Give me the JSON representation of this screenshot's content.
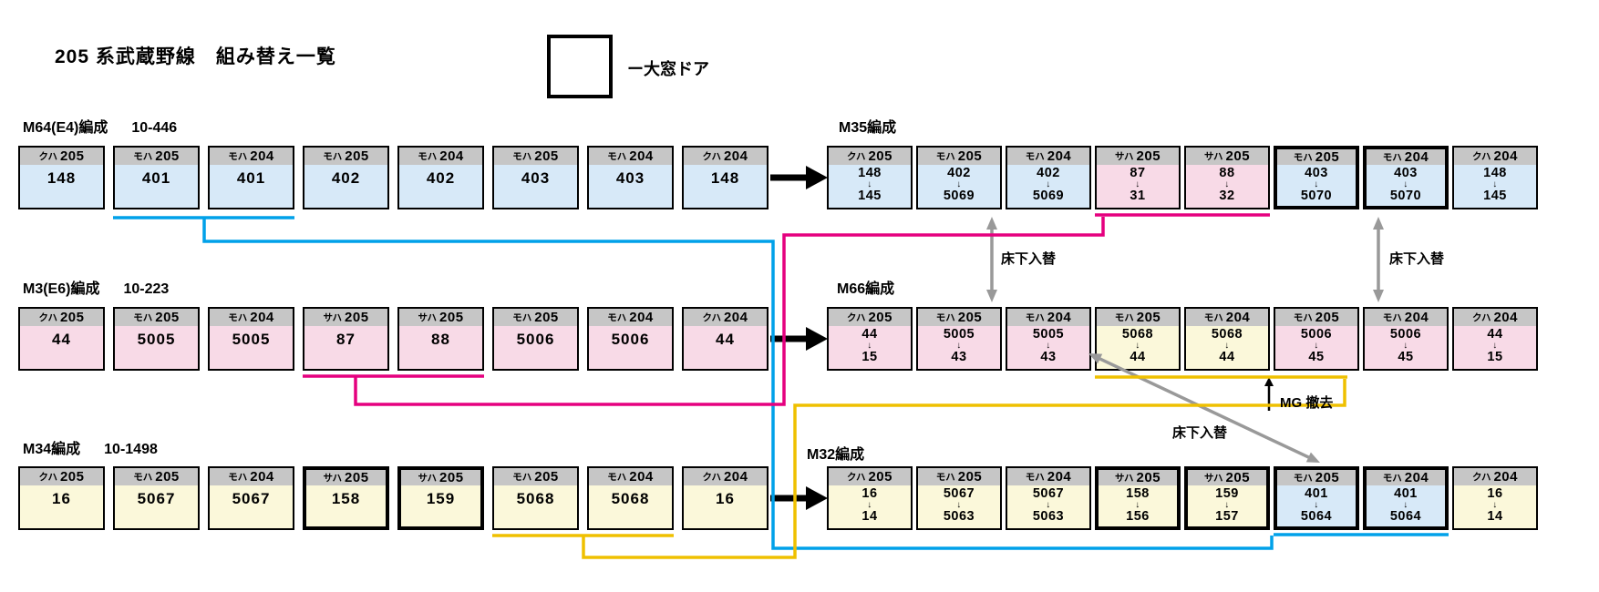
{
  "title": "205 系武蔵野線　組み替え一覧",
  "legend": {
    "label": "ー大窓ドア"
  },
  "colors": {
    "car_blue": "#d7e9f8",
    "car_pink": "#f8dae7",
    "car_yellow": "#fbf8da",
    "header_gray": "#c6c6c6",
    "line_cyan": "#00a1e9",
    "line_magenta": "#e5007f",
    "line_yellow": "#efc000",
    "arrow_gray": "#999999",
    "arrow_black": "#000000"
  },
  "formations": [
    {
      "name": "M64(E4)編成",
      "note": "10-446",
      "side": "left",
      "row": 0,
      "cars": [
        {
          "type": "クハ",
          "series": "205",
          "number": "148",
          "fill": "blue"
        },
        {
          "type": "モハ",
          "series": "205",
          "number": "401",
          "fill": "blue"
        },
        {
          "type": "モハ",
          "series": "204",
          "number": "401",
          "fill": "blue"
        },
        {
          "type": "モハ",
          "series": "205",
          "number": "402",
          "fill": "blue"
        },
        {
          "type": "モハ",
          "series": "204",
          "number": "402",
          "fill": "blue"
        },
        {
          "type": "モハ",
          "series": "205",
          "number": "403",
          "fill": "blue"
        },
        {
          "type": "モハ",
          "series": "204",
          "number": "403",
          "fill": "blue"
        },
        {
          "type": "クハ",
          "series": "204",
          "number": "148",
          "fill": "blue"
        }
      ]
    },
    {
      "name": "M35編成",
      "note": "",
      "side": "right",
      "row": 0,
      "cars": [
        {
          "type": "クハ",
          "series": "205",
          "before": "148",
          "after": "145",
          "fill": "blue"
        },
        {
          "type": "モハ",
          "series": "205",
          "before": "402",
          "after": "5069",
          "fill": "blue"
        },
        {
          "type": "モハ",
          "series": "204",
          "before": "402",
          "after": "5069",
          "fill": "blue"
        },
        {
          "type": "サハ",
          "series": "205",
          "before": "87",
          "after": "31",
          "fill": "pink"
        },
        {
          "type": "サハ",
          "series": "205",
          "before": "88",
          "after": "32",
          "fill": "pink"
        },
        {
          "type": "モハ",
          "series": "205",
          "before": "403",
          "after": "5070",
          "fill": "blue",
          "large_window_door": true
        },
        {
          "type": "モハ",
          "series": "204",
          "before": "403",
          "after": "5070",
          "fill": "blue",
          "large_window_door": true
        },
        {
          "type": "クハ",
          "series": "204",
          "before": "148",
          "after": "145",
          "fill": "blue"
        }
      ]
    },
    {
      "name": "M3(E6)編成",
      "note": "10-223",
      "side": "left",
      "row": 1,
      "cars": [
        {
          "type": "クハ",
          "series": "205",
          "number": "44",
          "fill": "pink"
        },
        {
          "type": "モハ",
          "series": "205",
          "number": "5005",
          "fill": "pink"
        },
        {
          "type": "モハ",
          "series": "204",
          "number": "5005",
          "fill": "pink"
        },
        {
          "type": "サハ",
          "series": "205",
          "number": "87",
          "fill": "pink"
        },
        {
          "type": "サハ",
          "series": "205",
          "number": "88",
          "fill": "pink"
        },
        {
          "type": "モハ",
          "series": "205",
          "number": "5006",
          "fill": "pink"
        },
        {
          "type": "モハ",
          "series": "204",
          "number": "5006",
          "fill": "pink"
        },
        {
          "type": "クハ",
          "series": "204",
          "number": "44",
          "fill": "pink"
        }
      ]
    },
    {
      "name": "M66編成",
      "note": "",
      "side": "right",
      "row": 1,
      "cars": [
        {
          "type": "クハ",
          "series": "205",
          "before": "44",
          "after": "15",
          "fill": "pink"
        },
        {
          "type": "モハ",
          "series": "205",
          "before": "5005",
          "after": "43",
          "fill": "pink"
        },
        {
          "type": "モハ",
          "series": "204",
          "before": "5005",
          "after": "43",
          "fill": "pink"
        },
        {
          "type": "モハ",
          "series": "205",
          "before": "5068",
          "after": "44",
          "fill": "yellow"
        },
        {
          "type": "モハ",
          "series": "204",
          "before": "5068",
          "after": "44",
          "fill": "yellow"
        },
        {
          "type": "モハ",
          "series": "205",
          "before": "5006",
          "after": "45",
          "fill": "pink"
        },
        {
          "type": "モハ",
          "series": "204",
          "before": "5006",
          "after": "45",
          "fill": "pink"
        },
        {
          "type": "クハ",
          "series": "204",
          "before": "44",
          "after": "15",
          "fill": "pink"
        }
      ]
    },
    {
      "name": "M34編成",
      "note": "10-1498",
      "side": "left",
      "row": 2,
      "cars": [
        {
          "type": "クハ",
          "series": "205",
          "number": "16",
          "fill": "yellow"
        },
        {
          "type": "モハ",
          "series": "205",
          "number": "5067",
          "fill": "yellow"
        },
        {
          "type": "モハ",
          "series": "204",
          "number": "5067",
          "fill": "yellow"
        },
        {
          "type": "サハ",
          "series": "205",
          "number": "158",
          "fill": "yellow",
          "large_window_door": true
        },
        {
          "type": "サハ",
          "series": "205",
          "number": "159",
          "fill": "yellow",
          "large_window_door": true
        },
        {
          "type": "モハ",
          "series": "205",
          "number": "5068",
          "fill": "yellow"
        },
        {
          "type": "モハ",
          "series": "204",
          "number": "5068",
          "fill": "yellow"
        },
        {
          "type": "クハ",
          "series": "204",
          "number": "16",
          "fill": "yellow"
        }
      ]
    },
    {
      "name": "M32編成",
      "note": "",
      "side": "right",
      "row": 2,
      "cars": [
        {
          "type": "クハ",
          "series": "205",
          "before": "16",
          "after": "14",
          "fill": "yellow"
        },
        {
          "type": "モハ",
          "series": "205",
          "before": "5067",
          "after": "5063",
          "fill": "yellow"
        },
        {
          "type": "モハ",
          "series": "204",
          "before": "5067",
          "after": "5063",
          "fill": "yellow"
        },
        {
          "type": "サハ",
          "series": "205",
          "before": "158",
          "after": "156",
          "fill": "yellow",
          "large_window_door": true
        },
        {
          "type": "サハ",
          "series": "205",
          "before": "159",
          "after": "157",
          "fill": "yellow",
          "large_window_door": true
        },
        {
          "type": "モハ",
          "series": "205",
          "before": "401",
          "after": "5064",
          "fill": "blue",
          "large_window_door": true
        },
        {
          "type": "モハ",
          "series": "204",
          "before": "401",
          "after": "5064",
          "fill": "blue",
          "large_window_door": true
        },
        {
          "type": "クハ",
          "series": "204",
          "before": "16",
          "after": "14",
          "fill": "yellow"
        }
      ]
    }
  ],
  "annotations": {
    "underfloor_swap_1": "床下入替",
    "underfloor_swap_2": "床下入替",
    "underfloor_swap_3": "床下入替",
    "mg_removal": "MG 撤去"
  },
  "transfers": [
    {
      "color_name": "cyan",
      "color": "#00a1e9",
      "cars": "モハ205-401・モハ204-401",
      "from": "M64(E4)編成",
      "to": "M32編成"
    },
    {
      "color_name": "magenta",
      "color": "#e5007f",
      "cars": "サハ205-87・サハ205-88",
      "from": "M3(E6)編成",
      "to": "M35編成"
    },
    {
      "color_name": "yellow",
      "color": "#efc000",
      "cars": "モハ205-5068・モハ204-5068",
      "from": "M34編成",
      "to": "M66編成"
    }
  ]
}
